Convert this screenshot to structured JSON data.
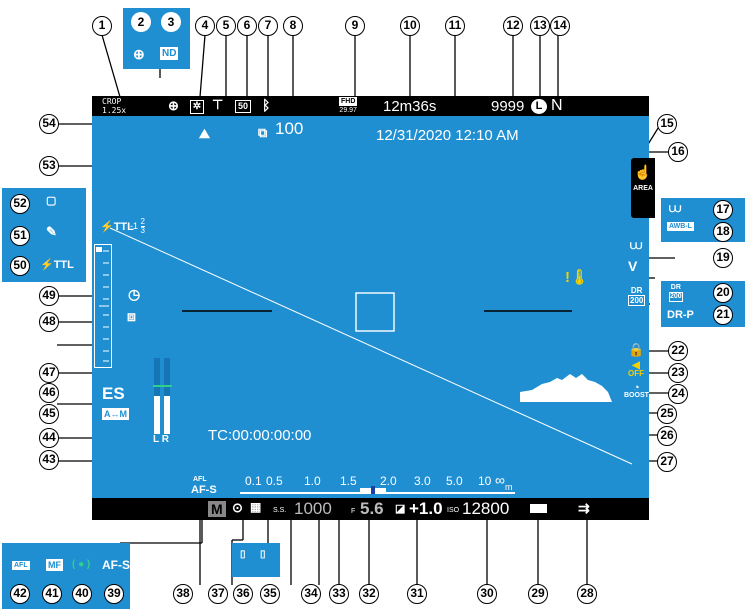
{
  "top_bar": {
    "crop_label": "CROP",
    "crop_value": "1.25x",
    "fhd_label": "FHD",
    "frame_rate": "29.97",
    "record_time": "12m36s",
    "shots_remaining": "9999",
    "size_label": "L",
    "quality_label": "N"
  },
  "overlay": {
    "frame_count": "100",
    "datetime": "12/31/2020  12:10 AM",
    "flash_comp": "-1",
    "flash_comp_num": "2",
    "flash_comp_den": "3",
    "flash_mode": "TTL",
    "area_label": "AREA",
    "shutter_type": "ES",
    "mode_am": "A↔M",
    "timecode": "TC:00:00:00:00",
    "af_mode": "AF-S",
    "afl_label": "AFL",
    "lr_label": "L R",
    "dr_label": "DR",
    "dr_value": "200",
    "drp_label": "DR-P",
    "boost_label": "BOOST",
    "off_label": "OFF"
  },
  "distance_scale": {
    "ticks": [
      "0.1",
      "0.5",
      "1.0",
      "1.5",
      "2.0",
      "3.0",
      "5.0",
      "10",
      "∞"
    ],
    "unit": "m"
  },
  "bottom_bar": {
    "mode": "M",
    "ss_label": "S.S.",
    "shutter_speed": "1000",
    "f_label": "F",
    "aperture": "5.6",
    "exposure_comp": "+1.0",
    "iso_label": "ISO",
    "iso": "12800"
  },
  "panels": {
    "top_left_nd": "ND",
    "awb_label": "AWB-L",
    "bottom_left": [
      "AFL",
      "MF",
      "( ● )",
      "AF-S"
    ],
    "left_ttl": "TTL"
  },
  "callouts": [
    "1",
    "2",
    "3",
    "4",
    "5",
    "6",
    "7",
    "8",
    "9",
    "10",
    "11",
    "12",
    "13",
    "14",
    "15",
    "16",
    "17",
    "18",
    "19",
    "20",
    "21",
    "22",
    "23",
    "24",
    "25",
    "26",
    "27",
    "28",
    "29",
    "30",
    "31",
    "32",
    "33",
    "34",
    "35",
    "36",
    "37",
    "38",
    "39",
    "40",
    "41",
    "42",
    "43",
    "44",
    "45",
    "46",
    "47",
    "48",
    "49",
    "50",
    "51",
    "52",
    "53",
    "54"
  ],
  "colors": {
    "screen_blue": "#1f8fd2",
    "panel_blue": "#1f8fd2",
    "warning_yellow": "#f5d100",
    "meter_green": "#2fd08a"
  }
}
